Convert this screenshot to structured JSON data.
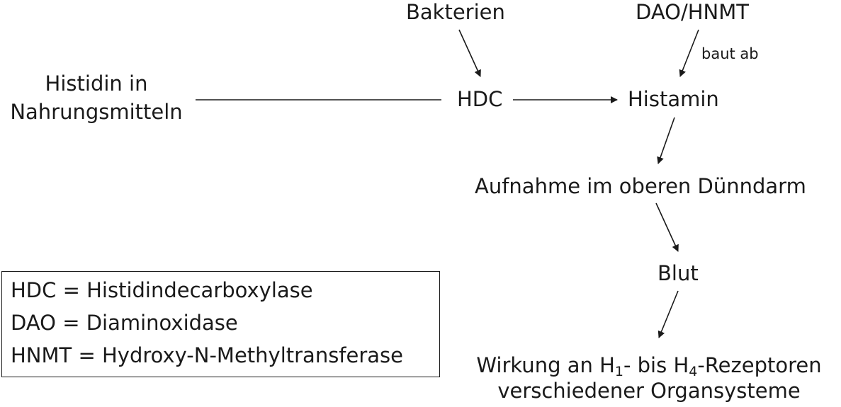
{
  "nodes": {
    "histidin": {
      "line1": "Histidin in",
      "line2": "Nahrungsmitteln"
    },
    "hdc": "HDC",
    "bakterien": "Bakterien",
    "dao_hnmt": "DAO/HNMT",
    "baut_ab": "baut ab",
    "histamin": "Histamin",
    "aufnahme": "Aufnahme im oberen Dünndarm",
    "blut": "Blut",
    "wirkung": {
      "prefix": "Wirkung an H",
      "sub1": "1",
      "middle": "- bis H",
      "sub2": "4",
      "suffix": "-Rezeptoren",
      "line2": "verschiedener Organsysteme"
    }
  },
  "legend": {
    "items": [
      "HDC = Histidindecarboxylase",
      "DAO = Diaminoxidase",
      "HNMT = Hydroxy-N-Methyltransferase"
    ]
  },
  "colors": {
    "ink": "#1a1a1a"
  }
}
